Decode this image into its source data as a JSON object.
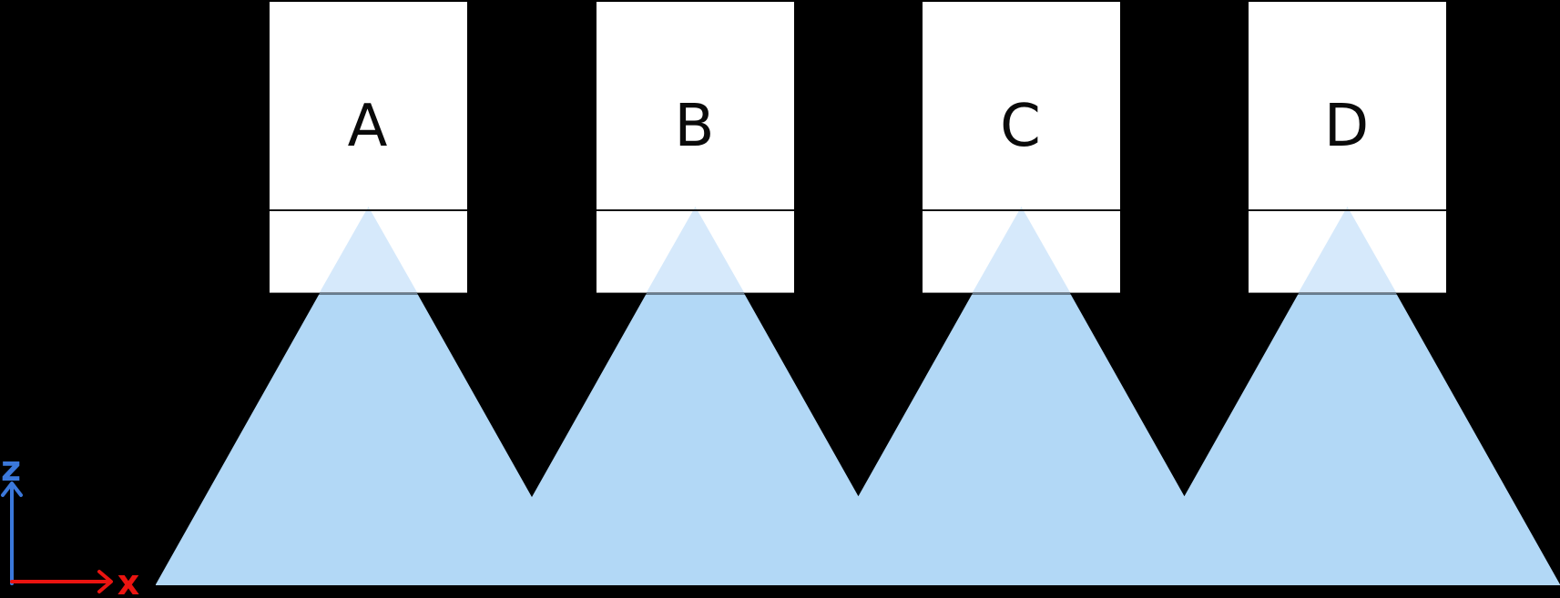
{
  "diagram": {
    "sensors": [
      {
        "label": "A"
      },
      {
        "label": "B"
      },
      {
        "label": "C"
      },
      {
        "label": "D"
      }
    ],
    "axes": {
      "z_label": "z",
      "x_label": "x"
    },
    "colors": {
      "background": "#000000",
      "box_fill": "#FFFFFF",
      "cone": "#B2D8F6",
      "cone_tip": "#D6E9FB",
      "divider": "#161616",
      "letter": "#0A0A0A",
      "axis_z": "#3B78DB",
      "axis_x": "#EB1410"
    }
  }
}
